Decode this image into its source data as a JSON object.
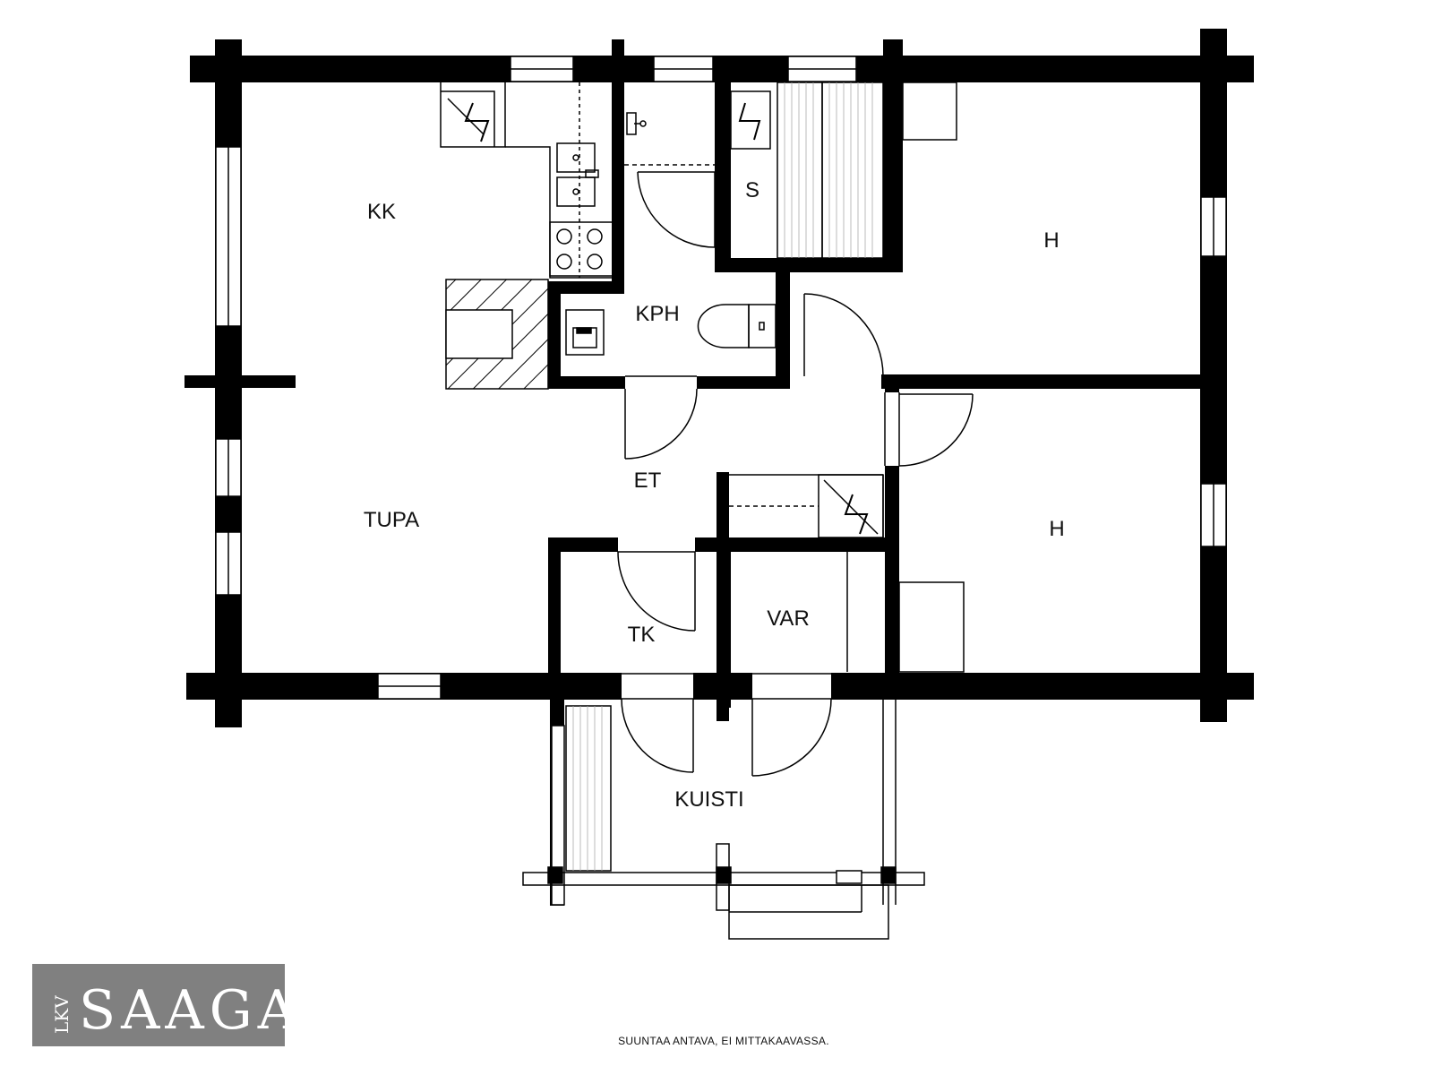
{
  "rooms": {
    "kk": "KK",
    "s": "S",
    "kph": "KPH",
    "h_upper": "H",
    "h_lower": "H",
    "tupa": "TUPA",
    "et": "ET",
    "tk": "TK",
    "var": "VAR",
    "kuisti": "KUISTI"
  },
  "logo": {
    "prefix": "LKV",
    "name": "SAAGA"
  },
  "note": "SUUNTAA ANTAVA, EI MITTAKAAVASSA.",
  "colors": {
    "wall": "#000000",
    "background": "#ffffff",
    "logo_bg": "#808080",
    "logo_text": "#ffffff"
  }
}
